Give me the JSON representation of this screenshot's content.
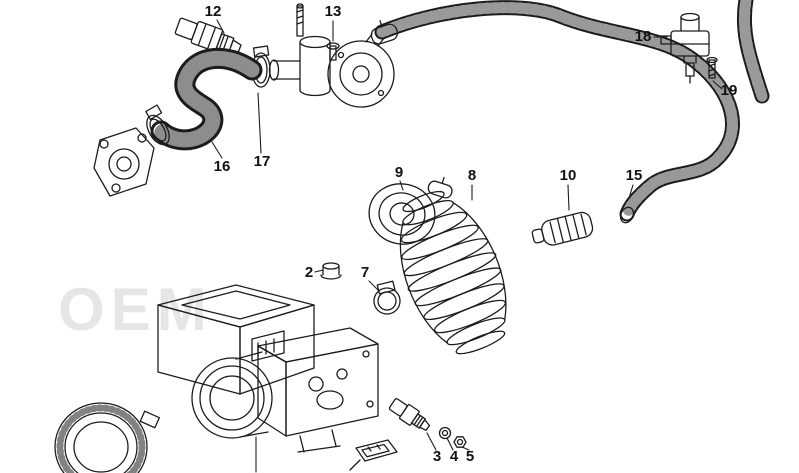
{
  "page": {
    "background": "#ffffff",
    "line_color": "#1c1c1c",
    "watermark": "OEM"
  },
  "labels": {
    "n2": "2",
    "n3": "3",
    "n4": "4",
    "n5": "5",
    "n7": "7",
    "n8": "8",
    "n9": "9",
    "n10": "10",
    "n12": "12",
    "n13": "13",
    "n15": "15",
    "n16": "16",
    "n17": "17",
    "n18": "18",
    "n19": "19"
  }
}
